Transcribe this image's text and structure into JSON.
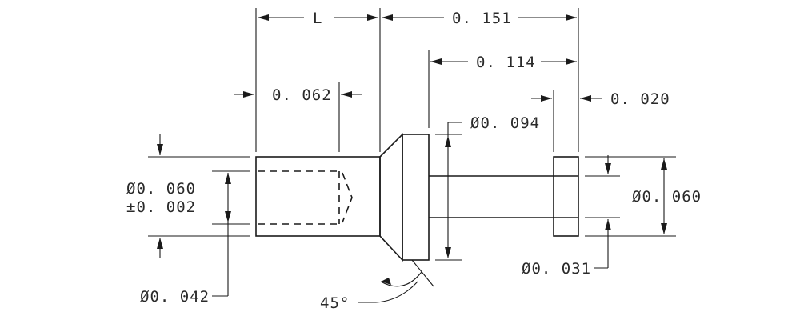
{
  "dimensions": {
    "length_label": "L",
    "overall_length": "0. 151",
    "pin_length": "0. 114",
    "bore_depth": "0. 062",
    "tip_width": "0. 020",
    "flange_diameter": "Ø0. 094",
    "body_diameter": "Ø0. 060",
    "body_tolerance": "±0. 002",
    "bore_diameter": "Ø0. 042",
    "tip_diameter": "Ø0. 060",
    "pin_diameter": "Ø0. 031",
    "chamfer_angle": "45°"
  }
}
